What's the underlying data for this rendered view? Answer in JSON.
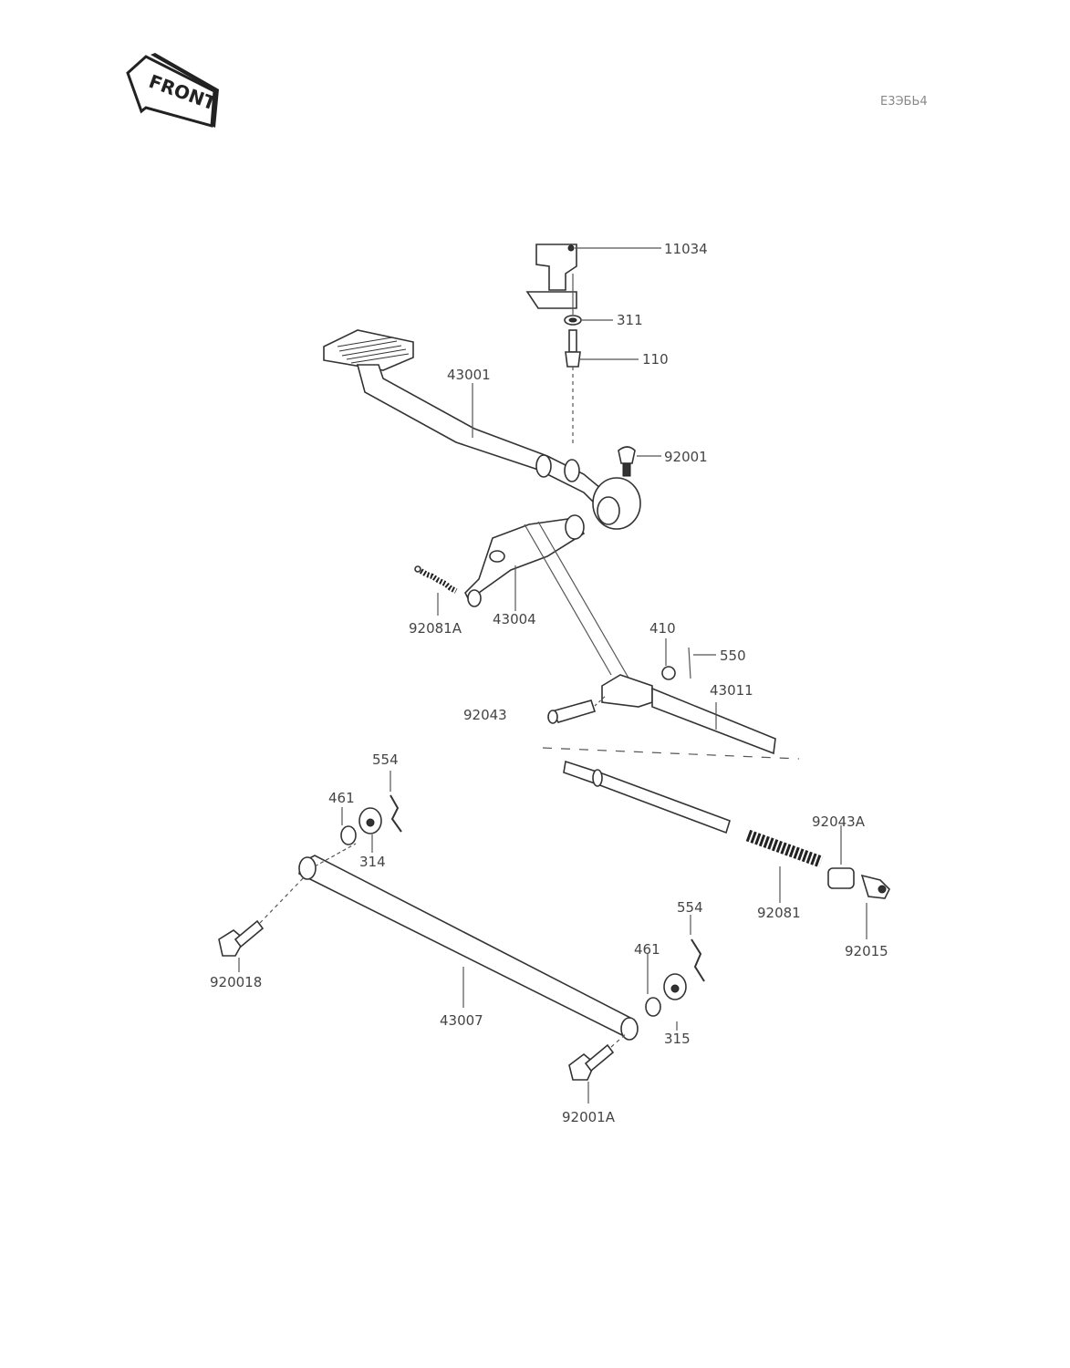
{
  "header": {
    "diagram_code": "E3ЭБЬ4",
    "front_badge": "FRONT"
  },
  "parts": {
    "p11034": "11034",
    "p311": "311",
    "p110": "110",
    "p43001": "43001",
    "p92001": "92001",
    "p43004": "43004",
    "p92081A": "92081A",
    "p410": "410",
    "p550": "550",
    "p43011": "43011",
    "p92043": "92043",
    "p554a": "554",
    "p461a": "461",
    "p314": "314",
    "p92043A": "92043A",
    "p92081": "92081",
    "p92015": "92015",
    "p554b": "554",
    "p461b": "461",
    "p920018": "920018",
    "p43007": "43007",
    "p315": "315",
    "p92001A": "92001A"
  }
}
